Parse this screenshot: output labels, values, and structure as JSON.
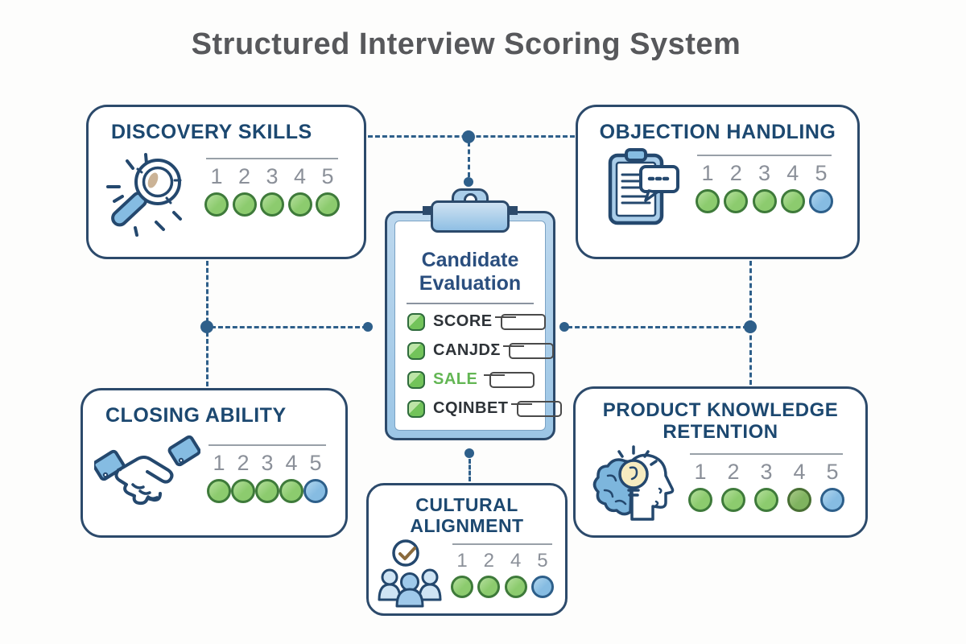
{
  "title": "Structured Interview Scoring System",
  "colors": {
    "title_gray": "#57585b",
    "accent_navy": "#2c4a6b",
    "header_navy": "#1c4870",
    "clip_title_navy": "#2a4e7e",
    "dashed": "#2e5f8a",
    "number_gray": "#8b9099",
    "dot_green": "#8ccb6e",
    "dot_green_border": "#3e7a3a",
    "dot_olive": "#7fb35f",
    "dot_olive_border": "#486f33",
    "dot_blue": "#86bce2",
    "dot_blue_border": "#2d5f8a",
    "label_dark": "#2e3338",
    "label_green": "#63b654",
    "clipboard_blue": "#a9cde9"
  },
  "center": {
    "title": "Candidate Evaluation",
    "items": [
      {
        "label": "SCORE",
        "style": "dark"
      },
      {
        "label": "CANJDΣ",
        "style": "dark"
      },
      {
        "label": "SALE",
        "style": "green"
      },
      {
        "label": "CQINBET",
        "style": "dark"
      }
    ]
  },
  "panels": {
    "discovery": {
      "title": "DISCOVERY SKILLS",
      "icon": "magnifier-icon",
      "numbers": [
        "1",
        "2",
        "3",
        "4",
        "5"
      ],
      "dots": [
        "green",
        "green",
        "green",
        "green",
        "green"
      ]
    },
    "objection": {
      "title": "OBJECTION HANDLING",
      "icon": "clipboard-chat-icon",
      "numbers": [
        "1",
        "2",
        "3",
        "4",
        "5"
      ],
      "dots": [
        "green",
        "green",
        "green",
        "green",
        "blue"
      ]
    },
    "closing": {
      "title": "CLOSING ABILITY",
      "icon": "handshake-icon",
      "numbers": [
        "1",
        "2",
        "3",
        "4",
        "5"
      ],
      "dots": [
        "green",
        "green",
        "green",
        "green",
        "blue"
      ]
    },
    "product": {
      "title": "PRODUCT KNOWLEDGE RETENTION",
      "icon": "head-lightbulb-icon",
      "numbers": [
        "1",
        "2",
        "3",
        "4",
        "5"
      ],
      "dots": [
        "green",
        "green",
        "green",
        "olive",
        "blue"
      ]
    },
    "cultural": {
      "title": "CULTURAL ALIGNMENT",
      "icon": "team-check-icon",
      "numbers": [
        "1",
        "2",
        "4",
        "5"
      ],
      "dots": [
        "green",
        "green",
        "green",
        "blue"
      ]
    }
  }
}
